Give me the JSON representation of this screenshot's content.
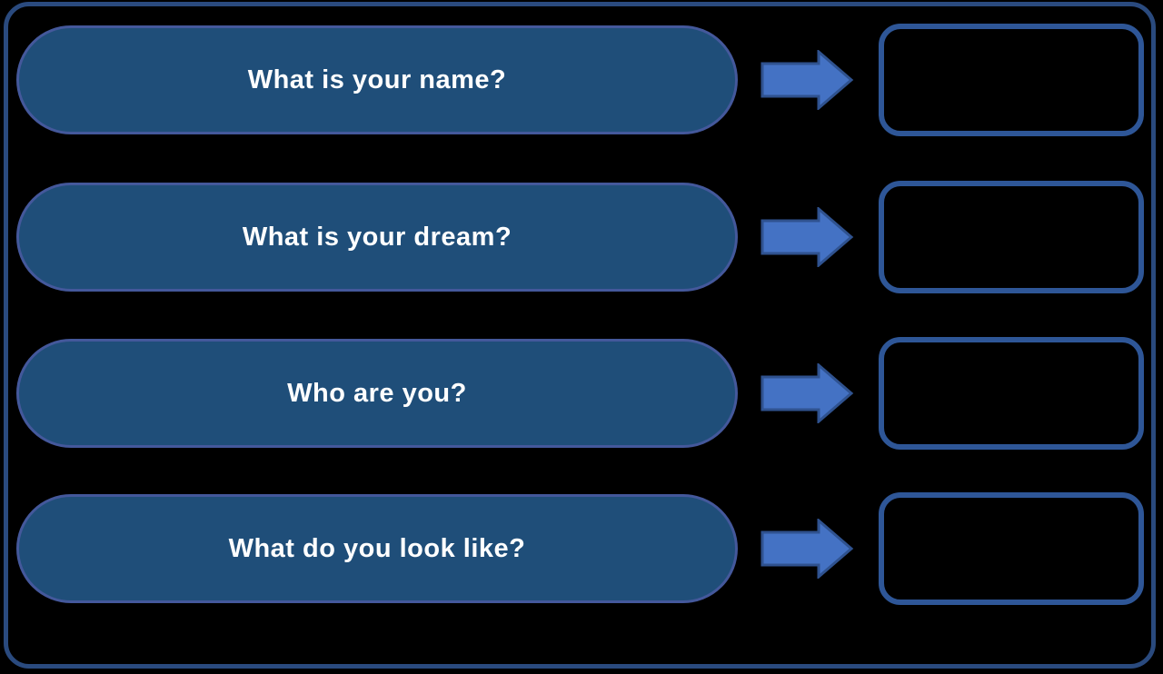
{
  "diagram": {
    "rows": [
      {
        "question": "What is your name?"
      },
      {
        "question": "What is your dream?"
      },
      {
        "question": "Who are you?"
      },
      {
        "question": "What do you look like?"
      }
    ],
    "arrow_icon": "right-arrow"
  },
  "colors": {
    "background": "#000000",
    "frame_border": "#2a4a7e",
    "pill_fill": "#1f4e79",
    "pill_border": "#44589b",
    "arrow_fill": "#4472c4",
    "arrow_stroke": "#2f528f",
    "box_border": "#2e5697",
    "text_color": "#ffffff"
  }
}
